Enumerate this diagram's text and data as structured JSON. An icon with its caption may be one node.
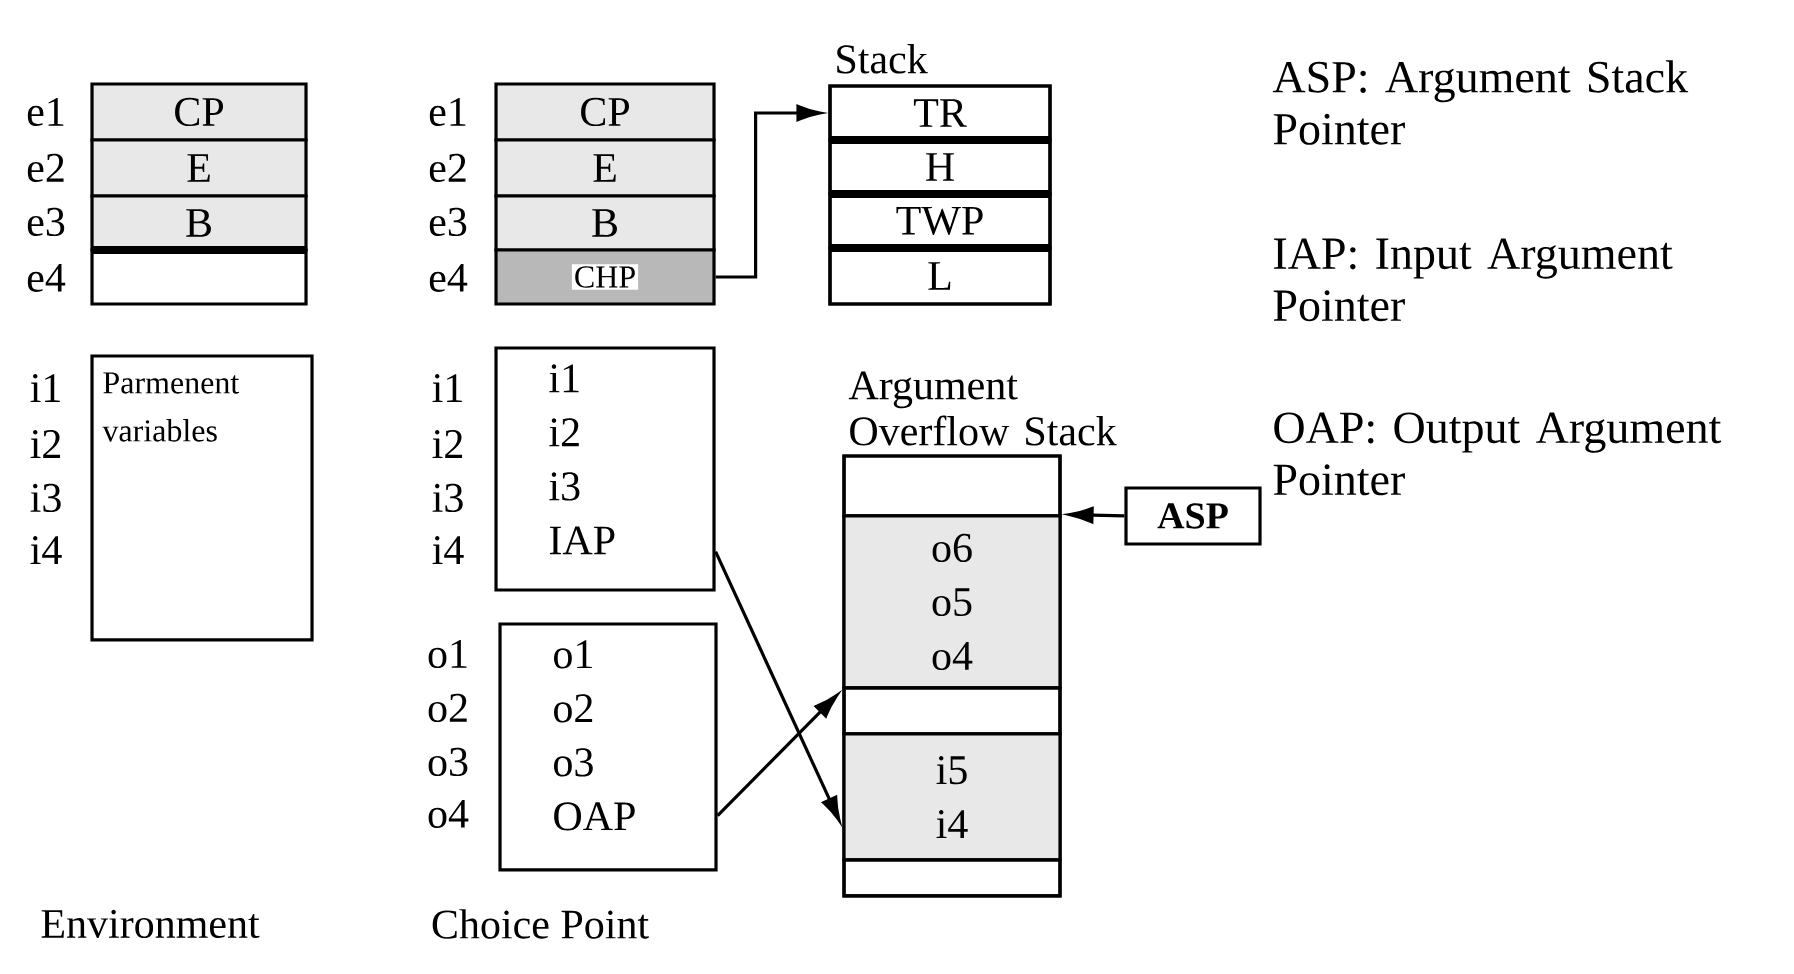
{
  "diagram": {
    "nodes": [
      {
        "text": [
          "CP"
        ]
      },
      {
        "text": [
          "E"
        ]
      },
      {
        "text": [
          "B"
        ]
      },
      {
        "text": [],
        "shape": "box"
      },
      {
        "text": [
          "Parmenent variables"
        ]
      },
      {
        "text": [
          "CP"
        ]
      },
      {
        "text": [
          "E"
        ]
      },
      {
        "text": [
          "B"
        ]
      },
      {
        "text": [
          "CHP"
        ]
      },
      {
        "text": [
          "i1",
          "i2",
          "i3",
          "IAP"
        ]
      },
      {
        "text": [
          "o1",
          "o2",
          "o3",
          "OAP"
        ]
      },
      {
        "text": [
          "Stack"
        ]
      },
      {
        "text": [
          "TR"
        ],
        "in": 11
      },
      {
        "text": [
          "H"
        ],
        "in": 11
      },
      {
        "text": [
          "TWP"
        ],
        "in": 11
      },
      {
        "text": [
          "L"
        ],
        "in": 11
      },
      {
        "text": [
          "Argument Overflow Stack"
        ]
      },
      {
        "text": [],
        "shape": "box",
        "in": 16
      },
      {
        "text": [
          "o6",
          "o5",
          "o4"
        ],
        "in": 16
      },
      {
        "text": [],
        "shape": "box",
        "in": 16
      },
      {
        "text": [
          "i5",
          "i4"
        ],
        "in": 16
      },
      {
        "text": [],
        "shape": "box",
        "in": 16
      },
      {
        "text": [
          "ASP"
        ]
      }
    ],
    "edges": [
      {
        "from": 8,
        "to": 12,
        "arrow": "to"
      },
      {
        "from": 22,
        "to": 18,
        "arrow": "to"
      },
      {
        "from": 9,
        "to": 20,
        "arrow": "to"
      },
      {
        "from": 10,
        "to": 18,
        "arrow": "to"
      }
    ],
    "labels": [
      "e1",
      "e2",
      "e3",
      "e4",
      "i1",
      "i2",
      "i3",
      "i4",
      "e1",
      "e2",
      "e3",
      "e4",
      "i1",
      "i2",
      "i3",
      "i4",
      "o1",
      "o2",
      "o3",
      "o4",
      "ASP: Argument Stack Pointer",
      "IAP: Input Argument Pointer",
      "OAP: Output Argument Pointer",
      "Environment",
      "Choice Point"
    ]
  }
}
